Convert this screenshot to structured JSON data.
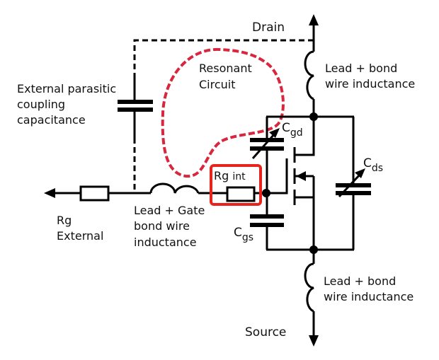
{
  "diagram": {
    "title": "MOSFET parasitic elements and gate resonant circuit",
    "terminals": {
      "drain": "Drain",
      "source": "Source"
    },
    "labels": {
      "external_coupling_cap": [
        "External parasitic",
        "coupling",
        "capacitance"
      ],
      "resonant_circuit": [
        "Resonant",
        "Circuit"
      ],
      "drain_inductance": [
        "Lead + bond",
        "wire inductance"
      ],
      "source_inductance": [
        "Lead + bond",
        "wire inductance"
      ],
      "gate_inductance": [
        "Lead + Gate",
        "bond wire",
        "inductance"
      ],
      "rg_external_main": "Rg",
      "rg_external_sub": "External",
      "rg_internal_main": "Rg",
      "rg_internal_sub": "int",
      "cgd_main": "C",
      "cgd_sub": "gd",
      "cgs_main": "C",
      "cgs_sub": "gs",
      "cds_main": "C",
      "cds_sub": "ds"
    },
    "colors": {
      "wire": "#000000",
      "resonant_loop": "#d7263d",
      "highlight_box": "#e8231b"
    }
  }
}
